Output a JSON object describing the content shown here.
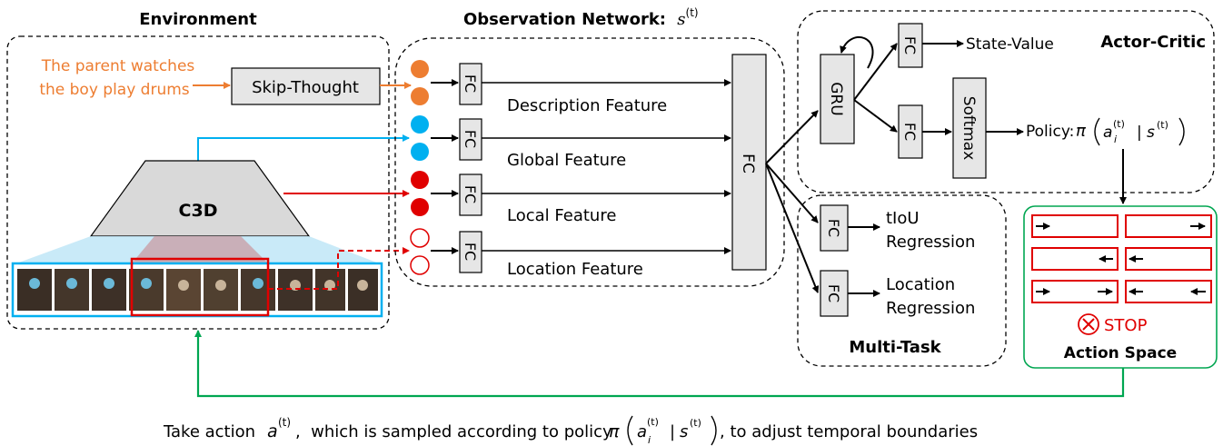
{
  "environment": {
    "title": "Environment",
    "sentence_line1": "The parent watches",
    "sentence_line2": "the boy play drums",
    "skip_thought_label": "Skip-Thought",
    "c3d_label": "C3D"
  },
  "observation": {
    "title": "Observation Network:",
    "title_math": "s",
    "title_sup": "(t)",
    "fc_label": "FC",
    "features": [
      "Description Feature",
      "Global Feature",
      "Local Feature",
      "Location Feature"
    ],
    "big_fc_label": "FC"
  },
  "actor_critic": {
    "title": "Actor-Critic",
    "gru_label": "GRU",
    "fc_label": "FC",
    "softmax_label": "Softmax",
    "state_value_label": "State-Value",
    "policy_label": "Policy:",
    "policy_math": "π",
    "policy_a": "a",
    "policy_i": "i",
    "policy_t": "(t)",
    "policy_bar": "|",
    "policy_s": "s",
    "policy_st": "(t)"
  },
  "multi_task": {
    "title": "Multi-Task",
    "fc_label": "FC",
    "tiou_line1": "tIoU",
    "tiou_line2": "Regression",
    "loc_line1": "Location",
    "loc_line2": "Regression"
  },
  "action_space": {
    "title": "Action Space",
    "stop_label": "STOP"
  },
  "caption": {
    "part1": "Take action ",
    "a": "a",
    "t1": "(t)",
    "part2": ",  which is sampled according to policy ",
    "pi": "π",
    "ai": "a",
    "i": "i",
    "t2": "(t)",
    "bar": "|",
    "s": "s",
    "t3": "(t)",
    "part3": ", to adjust temporal boundaries"
  },
  "colors": {
    "orange": "#ed7d31",
    "blue": "#00b0f0",
    "red": "#e00000",
    "green": "#00a651",
    "box_gray": "#e6e6e6",
    "trap_gray": "#d9d9d9"
  }
}
